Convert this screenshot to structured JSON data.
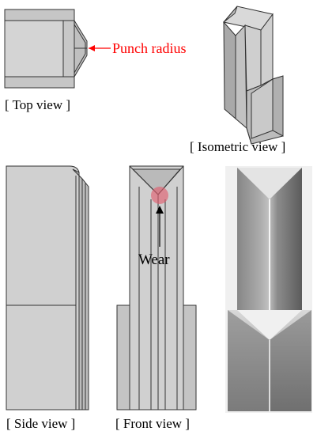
{
  "labels": {
    "top_view": "[ Top view ]",
    "isometric_view": "[ Isometric view ]",
    "side_view": "[ Side view ]",
    "front_view": "[ Front view ]",
    "punch_radius": "Punch radius",
    "wear": "Wear"
  },
  "colors": {
    "face_light": "#d4d4d4",
    "face_mid": "#c6c6c6",
    "face_dark": "#a9a9a9",
    "outline": "#333333",
    "callout_red": "#ff0000",
    "wear_marker": "#e06070"
  }
}
